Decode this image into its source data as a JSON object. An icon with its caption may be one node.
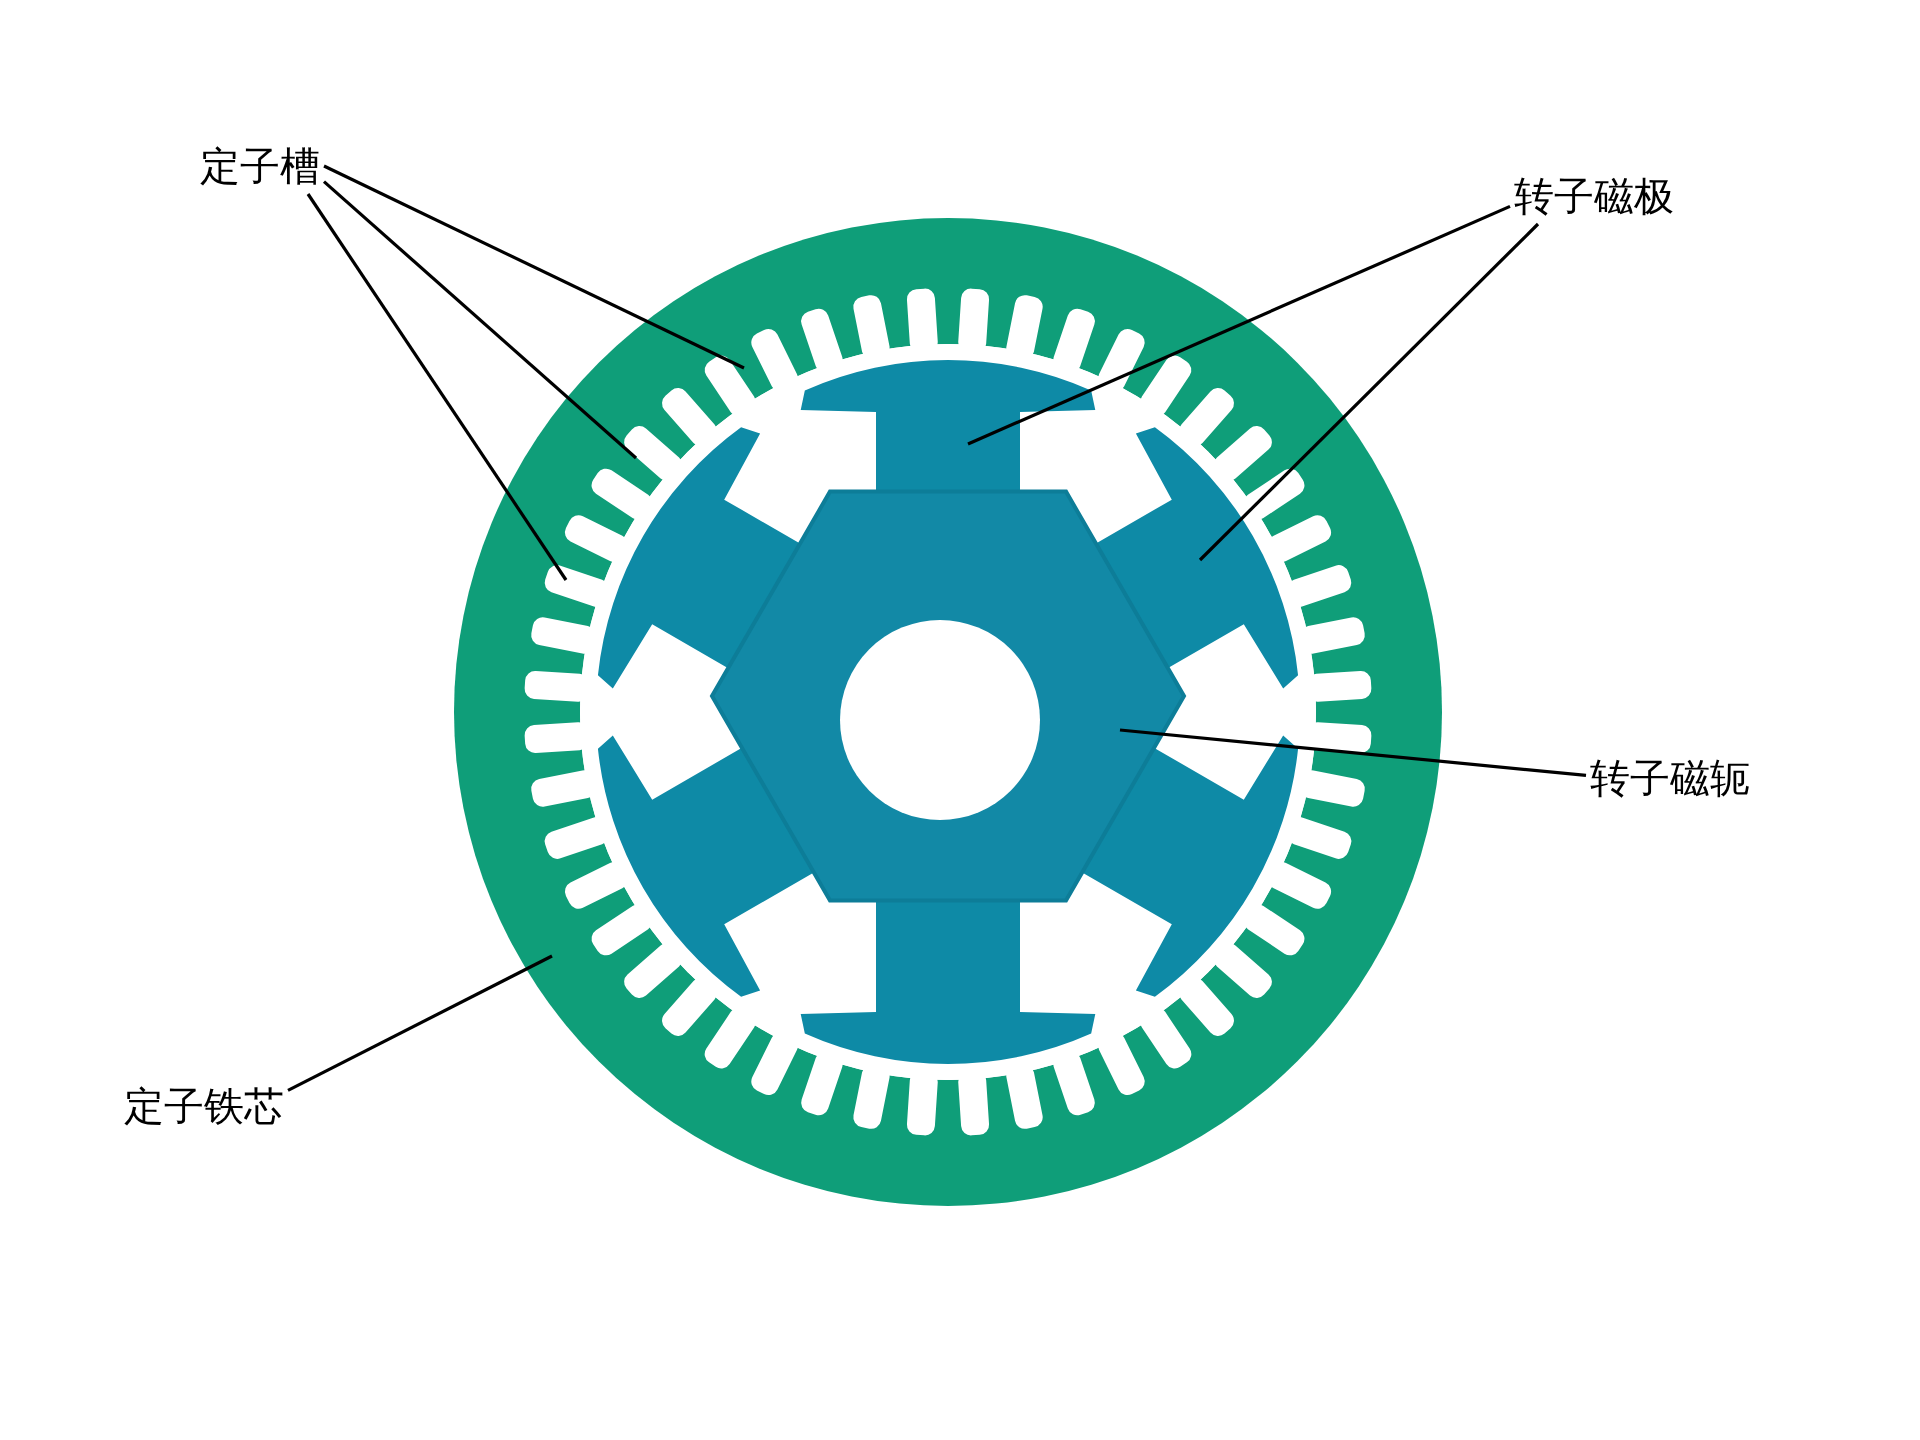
{
  "diagram": {
    "nodes": [
      {
        "text": [
          "定子槽"
        ]
      },
      {
        "text": [
          "转子磁极"
        ]
      },
      {
        "text": [
          "转子磁轭"
        ]
      },
      {
        "text": [
          "定子铁芯"
        ]
      }
    ],
    "edges": [
      {
        "from": 0,
        "to": null,
        "arrow": "none"
      },
      {
        "from": 0,
        "to": null,
        "arrow": "none"
      },
      {
        "from": 0,
        "to": null,
        "arrow": "none"
      },
      {
        "from": 1,
        "to": null,
        "arrow": "none"
      },
      {
        "from": 1,
        "to": null,
        "arrow": "none"
      },
      {
        "from": 2,
        "to": null,
        "arrow": "none"
      },
      {
        "from": 3,
        "to": null,
        "arrow": "none"
      }
    ]
  }
}
